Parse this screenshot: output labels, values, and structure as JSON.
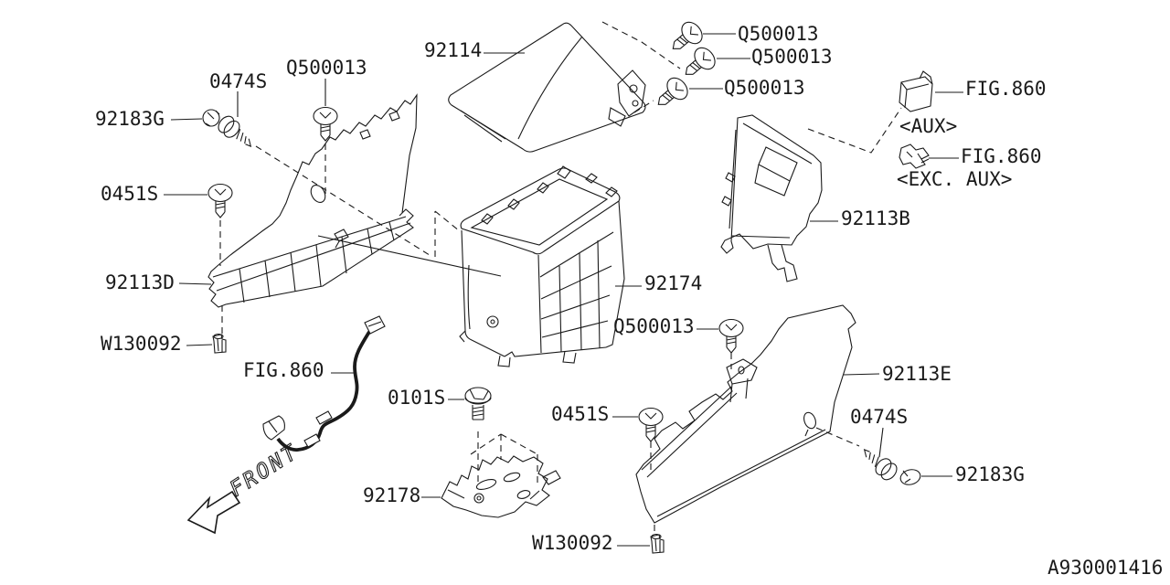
{
  "drawing_number": "A930001416",
  "front_indicator": "FRONT",
  "colors": {
    "line": "#1a1a1a",
    "background": "#ffffff"
  },
  "icons": {
    "front_direction_arrow": "block-arrow-down-left"
  },
  "labels": {
    "screw_0474s_top": "0474S",
    "screw_q500013_top_left": "Q500013",
    "lid_92114": "92114",
    "screw_q500013_right_1": "Q500013",
    "screw_q500013_right_2": "Q500013",
    "screw_q500013_right_3": "Q500013",
    "fig860_aux_ref": "FIG.860",
    "aux_note": "<AUX>",
    "fig860_exc_aux_ref": "FIG.860",
    "exc_aux_note": "<EXC. AUX>",
    "clip_92183g_left": "92183G",
    "screw_0451s_left": "0451S",
    "panel_92113d": "92113D",
    "clip_w130092_left": "W130092",
    "fig860_harness_ref": "FIG.860",
    "panel_92113b": "92113B",
    "box_92174": "92174",
    "screw_q500013_bottom": "Q500013",
    "panel_92113e": "92113E",
    "bolt_0101s": "0101S",
    "screw_0451s_bottom": "0451S",
    "screw_0474s_bottom": "0474S",
    "clip_92183g_right": "92183G",
    "bracket_92178": "92178",
    "clip_w130092_bottom": "W130092"
  }
}
